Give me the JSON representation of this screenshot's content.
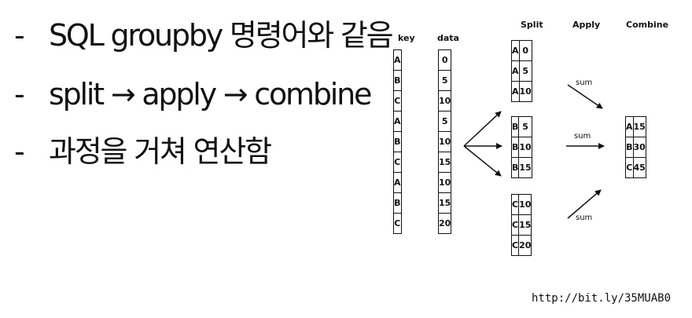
{
  "bullets": [
    {
      "dash": "-",
      "text": "SQL groupby 명령어와 같음"
    },
    {
      "dash": "-",
      "text": "split → apply → combine"
    },
    {
      "dash": "-",
      "text": "과정을 거쳐 연산함"
    }
  ],
  "diagram": {
    "headers": {
      "key": "key",
      "data": "data",
      "split": "Split",
      "apply": "Apply",
      "combine": "Combine"
    },
    "key_column": [
      "A",
      "B",
      "C",
      "A",
      "B",
      "C",
      "A",
      "B",
      "C"
    ],
    "data_column": [
      "0",
      "5",
      "10",
      "5",
      "10",
      "15",
      "10",
      "15",
      "20"
    ],
    "split_groups": [
      {
        "rows": [
          [
            "A",
            "0"
          ],
          [
            "A",
            "5"
          ],
          [
            "A",
            "10"
          ]
        ]
      },
      {
        "rows": [
          [
            "B",
            "5"
          ],
          [
            "B",
            "10"
          ],
          [
            "B",
            "15"
          ]
        ]
      },
      {
        "rows": [
          [
            "C",
            "10"
          ],
          [
            "C",
            "15"
          ],
          [
            "C",
            "20"
          ]
        ]
      }
    ],
    "apply_labels": [
      "sum",
      "sum",
      "sum"
    ],
    "combined": [
      [
        "A",
        "15"
      ],
      [
        "B",
        "30"
      ],
      [
        "C",
        "45"
      ]
    ]
  },
  "source_url": "http://bit.ly/35MUAB0"
}
